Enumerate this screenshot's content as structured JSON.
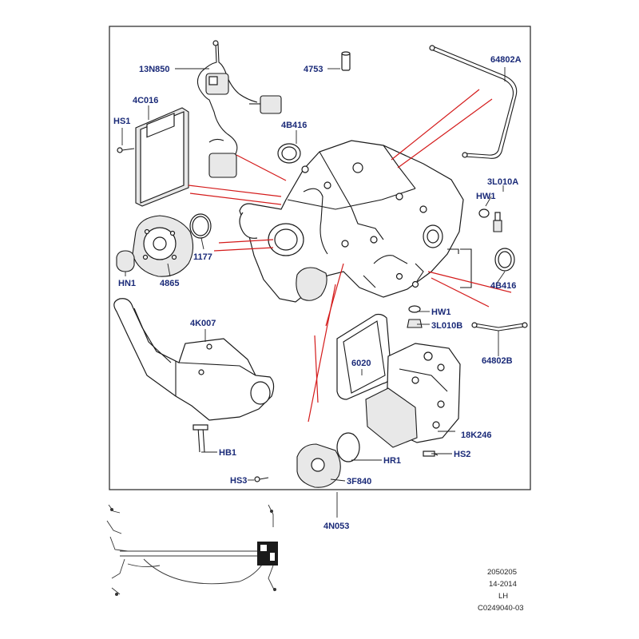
{
  "diagram": {
    "colors": {
      "label": "#1a2a78",
      "callout": "#d41a1a",
      "line": "#1a1a1a"
    },
    "labels": {
      "p13N850": "13N850",
      "p4753": "4753",
      "p64802A": "64802A",
      "p4C016": "4C016",
      "pHS1": "HS1",
      "p4B416_top": "4B416",
      "p3L010A": "3L010A",
      "pHW1_top": "HW1",
      "p1177": "1177",
      "pHN1": "HN1",
      "p4865": "4865",
      "p4B416_right": "4B416",
      "p4K007": "4K007",
      "pHW1_mid": "HW1",
      "p3L010B": "3L010B",
      "p64802B": "64802B",
      "p6020": "6020",
      "p18K246": "18K246",
      "pHB1": "HB1",
      "pHR1": "HR1",
      "pHS2": "HS2",
      "pHS3": "HS3",
      "p3F840": "3F840",
      "p4N053": "4N053"
    },
    "footer": {
      "line1": "2050205",
      "line2": "14-2014",
      "line3": "LH",
      "line4": "C0249040-03"
    }
  }
}
